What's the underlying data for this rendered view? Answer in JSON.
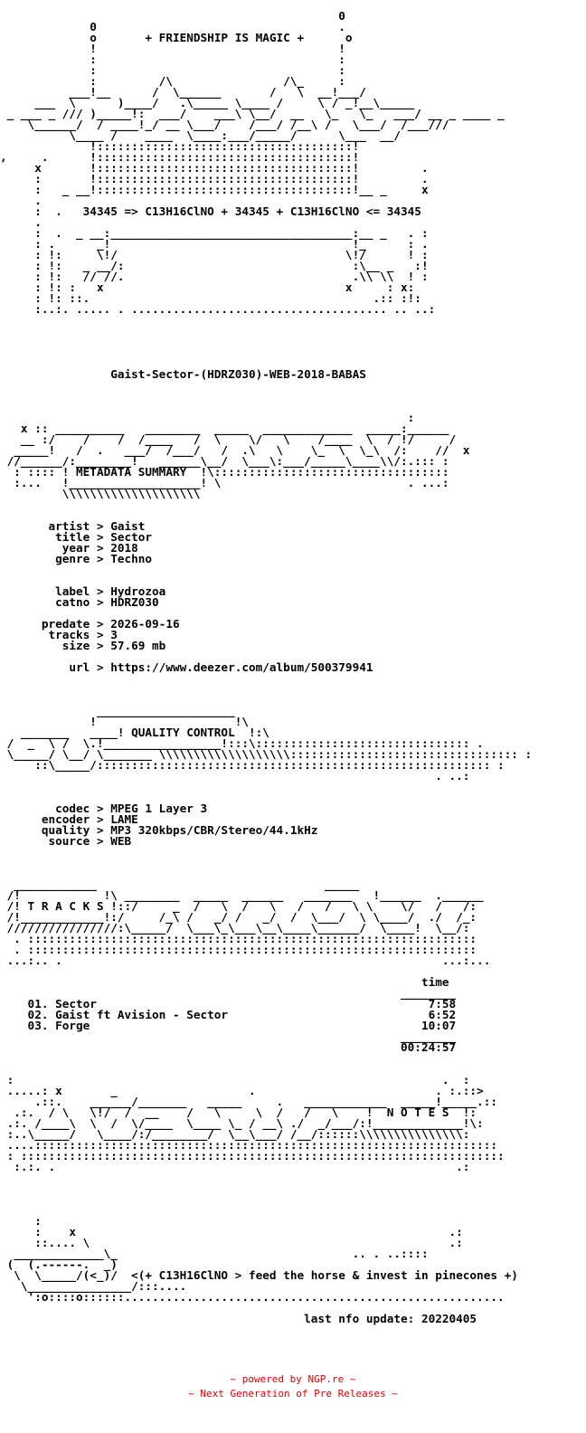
{
  "nfo_lines": [
    "",
    "                                                 0",
    "             0                                   .",
    "             o       + FRIENDSHIP IS MAGIC +      o",
    "             !                                   !",
    "             :                                   :",
    "             :                                   :",
    "             :         /\\                /\\_     :",
    "          ___!__      /  \\______       /   \\  __!___/",
    "     ___  \\      )____/   .\\_____ \\____ /     \\ / _!__\\_____",
    " _ ___ _ /// )_____!:  ___/    ___\\ \\__/  __   \\_   \\_   ___/ __ _ ____ _",
    "    \\______/  / ____!_/ __ \\___/    /___/ /__\\ /   \\___/  /___/// ",
    "          \\____ /    ____  \\____:___/_____/      \\___  __/",
    "             !:::::::::::::::::::::::::::::::::::::!",
    ",     .      !:::::::::::::::::::::::::::::::::::::!",
    "     x       !:::::::::::::::::::::::::::::::::::::!         .",
    "     :       !:::::::::::::::::::::::::::::::::::::!         .",
    "     :   _ __!:::::::::::::::::::::::::::::::::::::!__ _     x",
    "     .",
    "     :  .   34345 => C13H16ClNO + 34345 + C13H16ClNO <= 34345",
    "     .",
    "     :  .  _ __:___________________________________:__ _   . :",
    "     : .      _!                                   !_      : .",
    "     : !:     \\!/                                 \\!/      ! :",
    "     : !:   _ __/:                                 :\\__ _   :!",
    "     : !:   // //.                                 .\\\\ \\\\  ! :",
    "     : !: :   x                                   x     : x:",
    "     : !: ::.                                         .:: :!:",
    "     :..:. ..... . ..................................... .. ..:",
    "",
    "",
    "",
    "",
    "",
    "                Gaist-Sector-(HDRZ030)-WEB-2018-BABAS",
    "",
    "",
    "",
    "                                                           :",
    "   x :: __________   ________  _____  _____________  _____:______",
    "   __ :/    /    /  /____   /  \\    \\/   \\    /____  \\  / !/     /",
    "  _____!   /  .   ___/  /___/   /  .\\   \\    \\_  \\  \\_\\  /:    //  x",
    " //______/:________!   ______\\__/  \\___\\:___/_____\\____\\\\/:.::: :",
    "  : :::: ! METADATA SUMMARY  !\\::::::::::::::::::::::::::::::::::",
    "  :...   !___________________! \\                           . ...:",
    "         \\\\\\\\\\\\\\\\\\\\\\\\\\\\\\\\\\\\\\\\",
    "",
    "",
    "       artist > Gaist",
    "        title > Sector",
    "         year > 2018",
    "        genre > Techno",
    "",
    "",
    "        label > Hydrozoa",
    "        catno > HDRZ030",
    "",
    "      predate > 2026-09-16",
    "       tracks > 3",
    "         size > 57.69 mb",
    "",
    "          url > https://www.deezer.com/album/500379941",
    "",
    "",
    "",
    "              ____________________",
    "             !                    !\\",
    "   _______   ____! QUALITY CONTROL  !:\\",
    " /  _  \\ /  \\.!_________________!:::\\::::::::::::::::::::::::::::::: .",
    " \\_____/ \\__/ \\_______ \\\\\\\\\\\\\\\\\\\\\\\\\\\\\\\\\\\\\\::::::::::::::::::::::::::::::::: :",
    "     ::\\_____/::::::::::::::::::::::::::::::::::::::::::::::::::::::::: :",
    "                                                               . ..:",
    "",
    "",
    "        codec > MPEG 1 Layer 3",
    "      encoder > LAME",
    "      quality > MP3 320kbps/CBR/Stereo/44.1kHz",
    "       source > WEB",
    "",
    "",
    "",
    "  ____________                                 _____",
    " /!            !\\ ________  _____  ______   _______   !______  .______",
    " /! T R A C K S !::/     _  /   \\  /   \\   /   /   \\ \\    \\/   /   /:",
    " /!____________!:/     /_\\ /   _/ /   _/  /  \\___/  \\ \\____/  ./  /_:",
    " ////////////////:\\_____/  \\___\\_\\___\\__\\____\\______/  \\____!  \\__/:",
    "  . :::::::::::::::::::::::::::::::::::::::::::::::::::::::::::::::::",
    "  . :::::::::::::::::::::::::::::::::::::::::::::::::::::::::::::::::",
    " ...:.. .                                                       ...:...",
    "",
    "                                                             time",
    "                                                          ________",
    "    01. Sector                                                7:58",
    "    02. Gaist ft Avision - Sector                             6:52",
    "    03. Forge                                                10:07",
    "                                                          ________",
    "                                                          00:24:57",
    "",
    "",
    " :                                                              .  :",
    " .....: x       _                   .                          . :.::>",
    "     .::.    ______/_______   _____     .   ____________  _____!_____.::",
    "  .:.  / \\   \\!/  /  __    /   \\     \\  /   /   \\    !  N O T E S  !:",
    " .:. /____\\  \\  /  \\/____  \\____ \\_ / __\\ ./  _/___/:!_____________!\\:",
    " :..\\_____/   \\____/:/________/  \\__\\___/ /__/::::::\\\\\\\\\\\\\\\\\\\\\\\\\\\\\\:",
    " ....:::::::::::::::::::::::::::::::::::::::::::::::::::::::::::::::::::",
    " : ::::::::::::::::::::::::::::::::::::::::::::::::::::::::::::::::::::::",
    "  :.:. .                                                          .:",
    "",
    "",
    "",
    "",
    "     :",
    "     :    x                                                      .:",
    "     ::.... \\                                                    .:",
    "  _____________\\_                                  .. . ..::::",
    " (  (.------.  _)",
    "  \\  \\_____/(<_)/  <(+ C13H16ClNO > feed the horse & invest in pinecones +)",
    "   \\_______________/:::....",
    "    ':o::::o::::::.......................................................",
    "",
    "                                            last nfo update: 20220405"
  ],
  "footer": {
    "line1": "~ powered by NGP.re ~",
    "line2": "~ Next Generation of Pre Releases ~"
  }
}
